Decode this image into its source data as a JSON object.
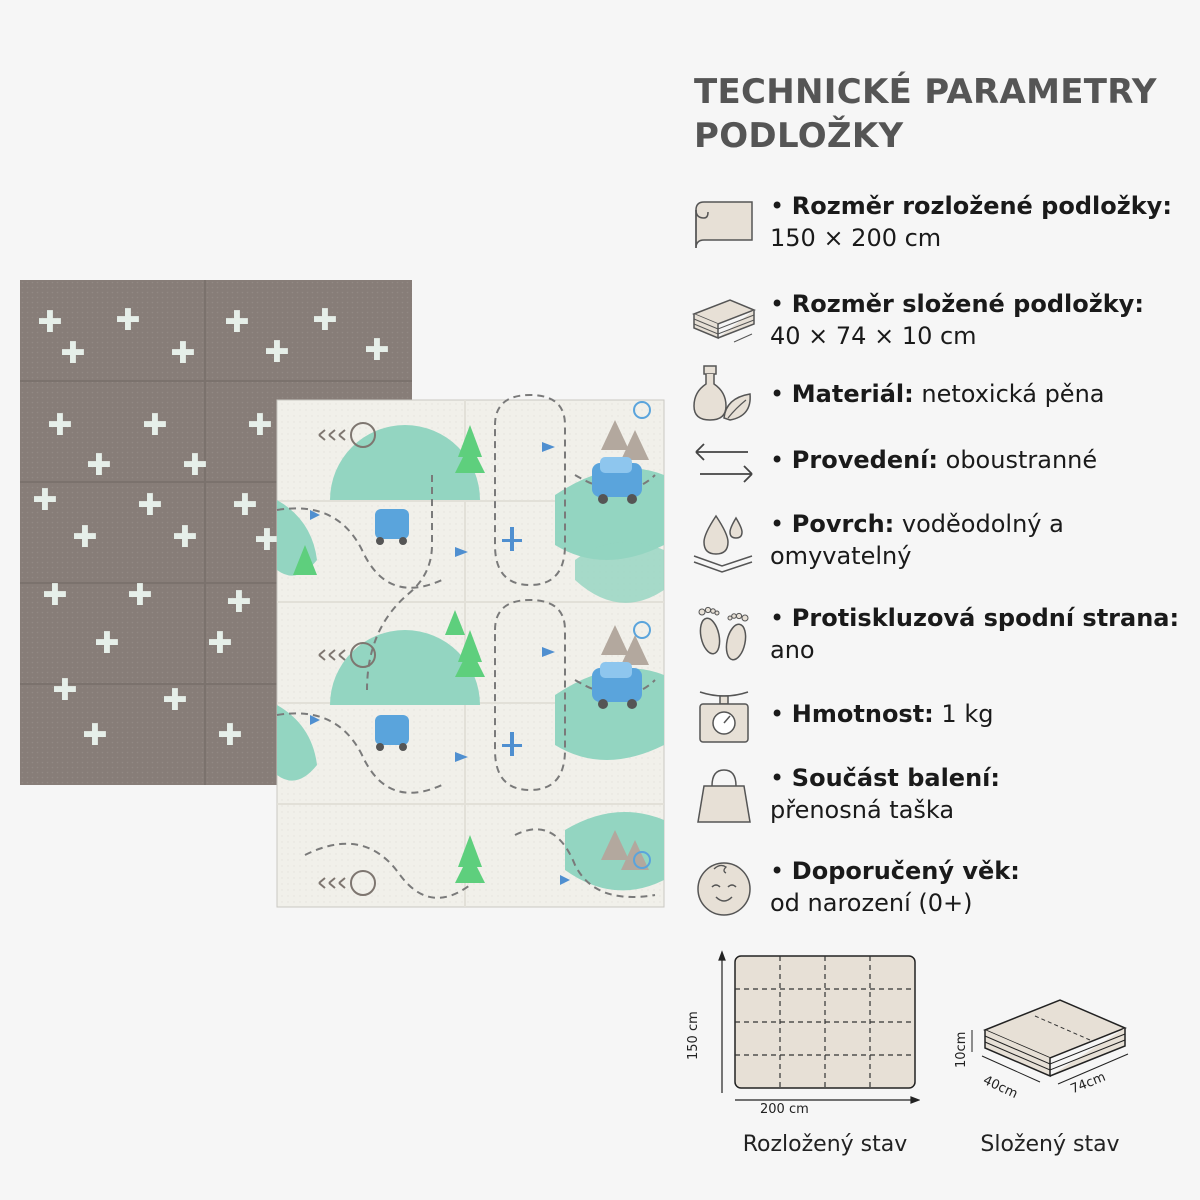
{
  "title": "TECHNICKÉ PARAMETRY PODLOŽKY",
  "specs": [
    {
      "icon": "rolled-mat-icon",
      "label": "Rozměr rozložené podložky:",
      "value": "150 × 200 cm"
    },
    {
      "icon": "folded-mat-icon",
      "label": "Rozměr složené podložky:",
      "value": "40 × 74 × 10 cm"
    },
    {
      "icon": "material-leaf-icon",
      "label": "Materiál:",
      "value": "netoxická pěna"
    },
    {
      "icon": "double-arrow-icon",
      "label": "Provedení:",
      "value": "oboustranné"
    },
    {
      "icon": "water-drops-icon",
      "label": "Povrch:",
      "value": "voděodolný a omyvatelný"
    },
    {
      "icon": "footprints-icon",
      "label": "Protiskluzová spodní strana:",
      "value": "ano"
    },
    {
      "icon": "scale-icon",
      "label": "Hmotnost:",
      "value": "1 kg"
    },
    {
      "icon": "bag-icon",
      "label": "Součást balení:",
      "value": "přenosná taška"
    },
    {
      "icon": "baby-face-icon",
      "label": "Doporučený věk:",
      "value": "od narození (0+)"
    }
  ],
  "unfolded": {
    "caption": "Rozložený stav",
    "width_label": "200 cm",
    "height_label": "150 cm"
  },
  "folded": {
    "caption": "Složený stav",
    "height_label": "10cm",
    "depth_label": "40cm",
    "length_label": "74cm"
  },
  "colors": {
    "mat_back": "#8a807b",
    "mat_front": "#f0efe9",
    "accent_teal": "#8fd4c0",
    "car_blue": "#5aa4dc",
    "icon_fill": "#e7e0d6"
  }
}
